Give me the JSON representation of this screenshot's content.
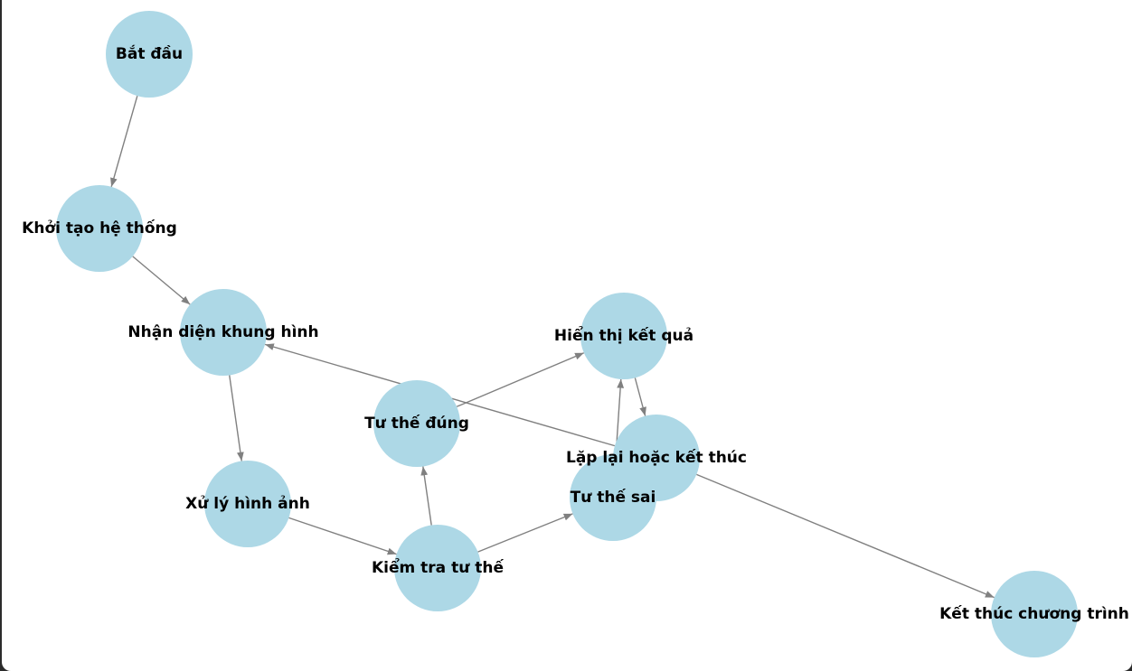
{
  "colors": {
    "node": "#add8e6",
    "edge": "#808080",
    "background": "#ffffff"
  },
  "nodes": [
    {
      "id": "start",
      "label": "Bắt đầu"
    },
    {
      "id": "init",
      "label": "Khởi tạo hệ thống"
    },
    {
      "id": "detect",
      "label": "Nhận diện khung hình"
    },
    {
      "id": "process",
      "label": "Xử lý hình ảnh"
    },
    {
      "id": "check",
      "label": "Kiểm tra tư thế"
    },
    {
      "id": "correct",
      "label": "Tư thế đúng"
    },
    {
      "id": "wrong",
      "label": "Tư thế sai"
    },
    {
      "id": "display",
      "label": "Hiển thị kết quả"
    },
    {
      "id": "repeat",
      "label": "Lặp lại hoặc kết thúc"
    },
    {
      "id": "end",
      "label": "Kết thúc chương trình"
    }
  ],
  "edges": [
    {
      "from": "start",
      "to": "init"
    },
    {
      "from": "init",
      "to": "detect"
    },
    {
      "from": "detect",
      "to": "process"
    },
    {
      "from": "process",
      "to": "check"
    },
    {
      "from": "check",
      "to": "correct"
    },
    {
      "from": "check",
      "to": "wrong"
    },
    {
      "from": "correct",
      "to": "display"
    },
    {
      "from": "wrong",
      "to": "display"
    },
    {
      "from": "display",
      "to": "repeat"
    },
    {
      "from": "repeat",
      "to": "detect"
    },
    {
      "from": "repeat",
      "to": "end"
    }
  ]
}
